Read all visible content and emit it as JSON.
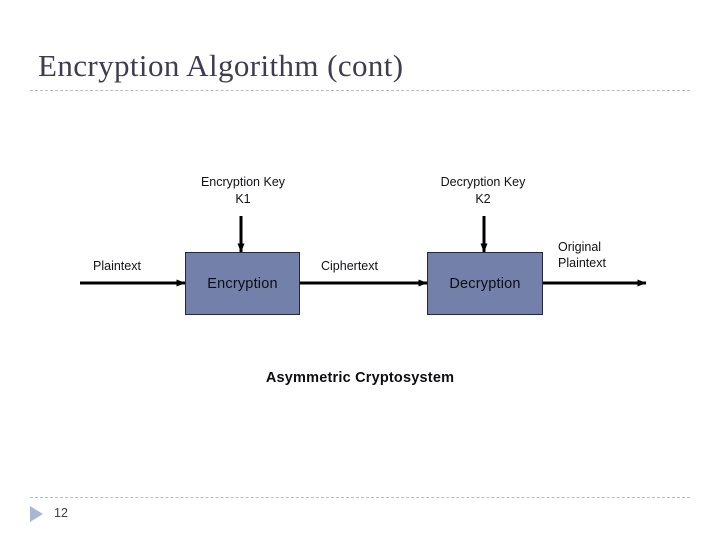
{
  "slide": {
    "title": "Encryption Algorithm (cont)",
    "number": "12",
    "bullet_icon": "triangle-right-icon"
  },
  "diagram": {
    "caption": "Asymmetric Cryptosystem",
    "boxes": [
      {
        "id": "encryption",
        "label": "Encryption"
      },
      {
        "id": "decryption",
        "label": "Decryption"
      }
    ],
    "keys": [
      {
        "id": "encryption-key",
        "name": "Encryption Key",
        "value": "K1"
      },
      {
        "id": "decryption-key",
        "name": "Decryption Key",
        "value": "K2"
      }
    ],
    "flow_labels": {
      "input": "Plaintext",
      "intermediate": "Ciphertext",
      "output_line1": "Original",
      "output_line2": "Plaintext"
    },
    "colors": {
      "box_fill": "#7381aa",
      "box_border": "#232746",
      "arrow": "#000000",
      "title_text": "#3d3d4f",
      "rule": "#b8bcc4",
      "bullet": "#a8b8d0"
    }
  }
}
